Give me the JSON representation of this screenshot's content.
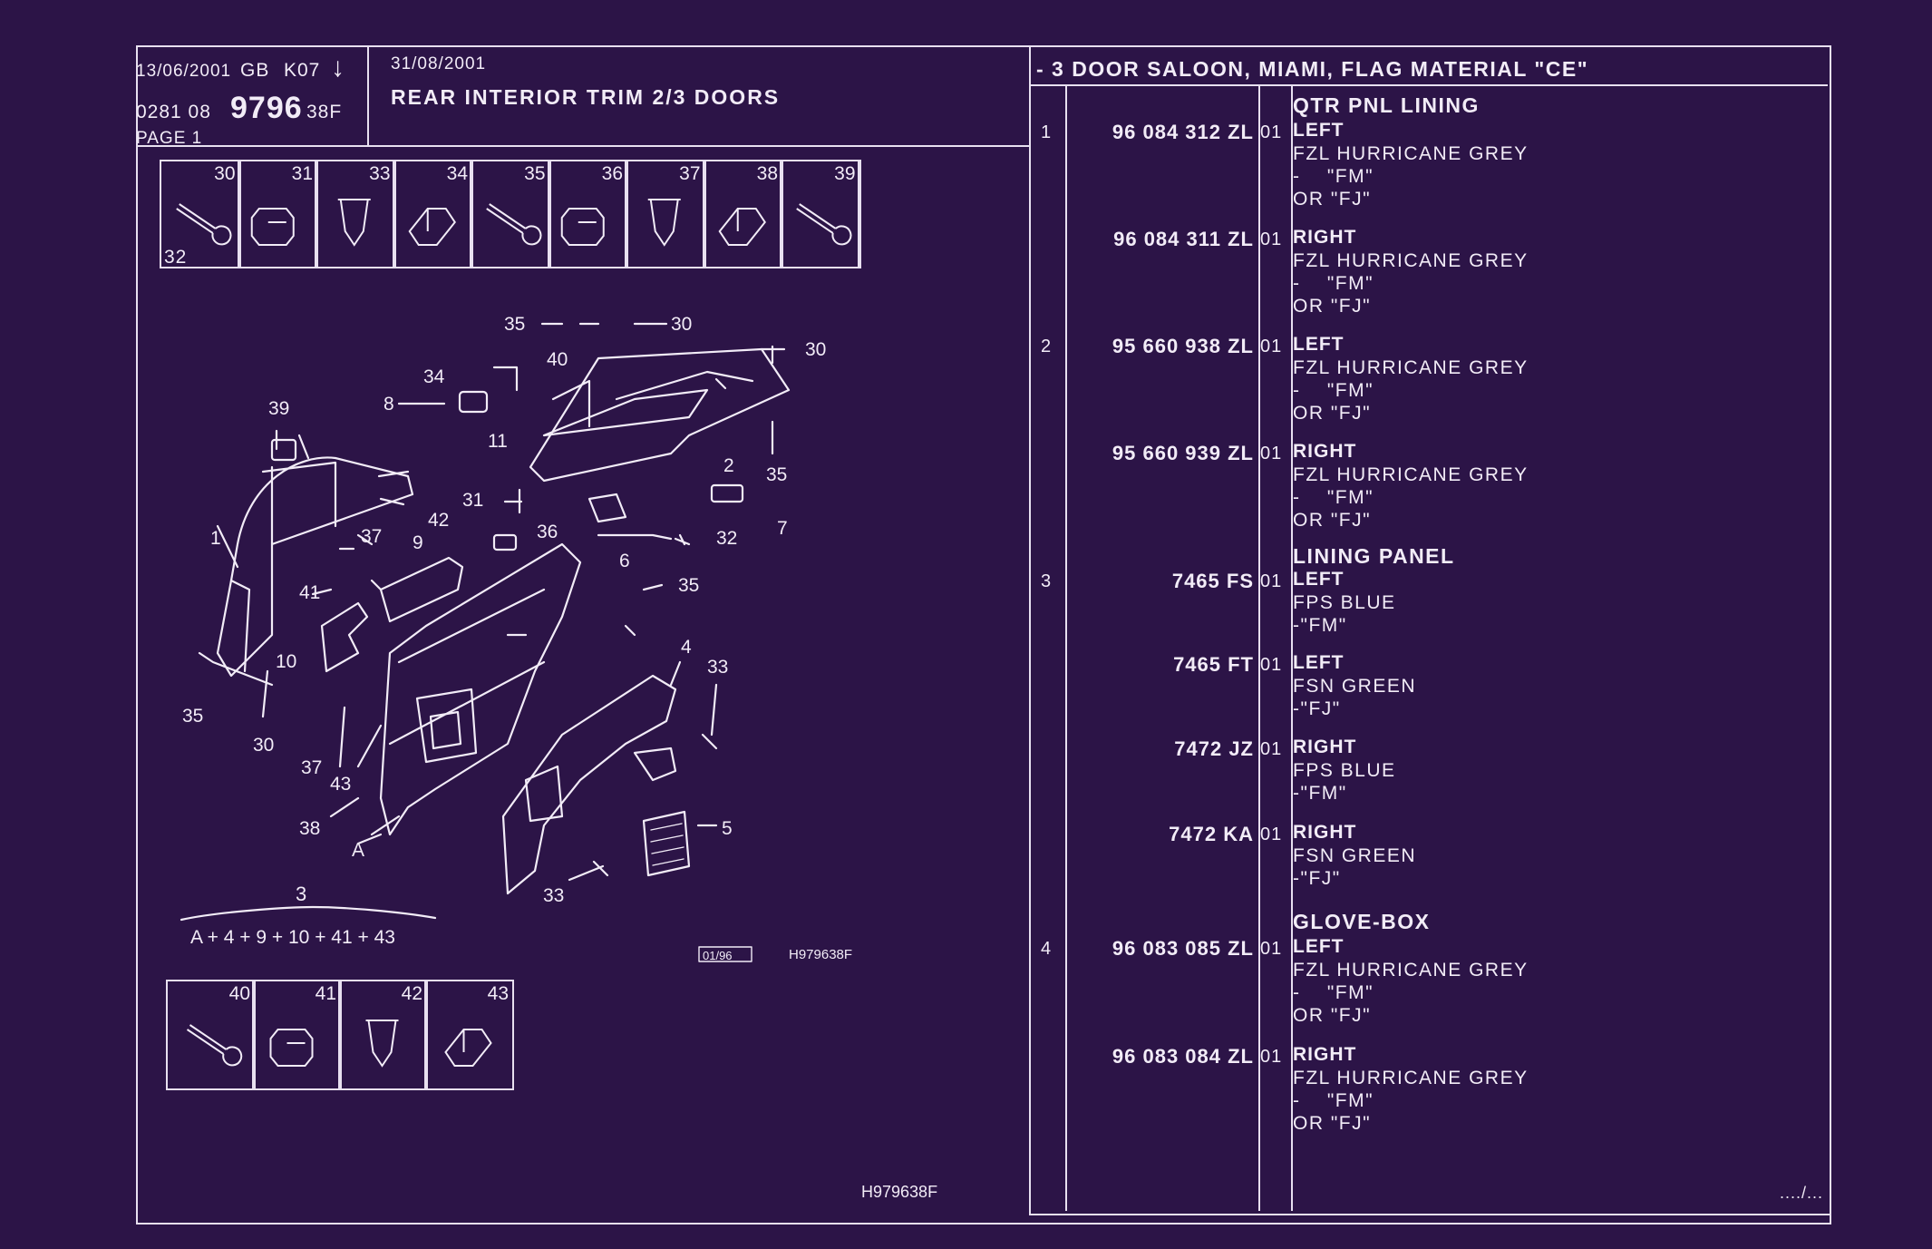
{
  "header": {
    "date1": "13/06/2001",
    "market": "GB",
    "code": "K07",
    "arrow": "↓",
    "date2": "31/08/2001",
    "ref_prefix": "0281 08",
    "ref_number": "9796",
    "ref_suffix": "38F",
    "page": "PAGE 1",
    "title": "REAR INTERIOR TRIM 2/3 DOORS",
    "spec": "- 3 DOOR SALOON, MIAMI, FLAG MATERIAL \"CE\""
  },
  "fasteners_top": [
    {
      "label": "30"
    },
    {
      "label": "31"
    },
    {
      "label": "33"
    },
    {
      "label": "34"
    },
    {
      "label": "35"
    },
    {
      "label": "36"
    },
    {
      "label": "37"
    },
    {
      "label": "38"
    },
    {
      "label": "39"
    }
  ],
  "fastener_extra_label": "32",
  "fasteners_bottom": [
    {
      "label": "40"
    },
    {
      "label": "41"
    },
    {
      "label": "42"
    },
    {
      "label": "43"
    }
  ],
  "diagram": {
    "callouts": [
      "35",
      "30",
      "30",
      "40",
      "34",
      "8",
      "39",
      "11",
      "2",
      "35",
      "31",
      "42",
      "36",
      "7",
      "1",
      "37",
      "9",
      "32",
      "6",
      "35",
      "41",
      "10",
      "4",
      "33",
      "35",
      "30",
      "37",
      "43",
      "38",
      "A",
      "5",
      "33",
      "3"
    ],
    "formula": "A + 4 + 9 + 10 + 41 + 43",
    "formula_num": "3",
    "revision": "01/96",
    "drawing_ref": "H979638F",
    "footer_ref": "H979638F"
  },
  "parts": [
    {
      "item": "1",
      "heading": "QTR PNL LINING",
      "part_no": "96 084 312 ZL",
      "qty": "01",
      "side": "LEFT",
      "lines": [
        "FZL HURRICANE GREY",
        "-    \"FM\"",
        "OR \"FJ\""
      ]
    },
    {
      "item": "",
      "heading": "",
      "part_no": "96 084 311 ZL",
      "qty": "01",
      "side": "RIGHT",
      "lines": [
        "FZL HURRICANE GREY",
        "-    \"FM\"",
        "OR \"FJ\""
      ]
    },
    {
      "item": "2",
      "heading": "",
      "part_no": "95 660 938 ZL",
      "qty": "01",
      "side": "LEFT",
      "lines": [
        "FZL HURRICANE GREY",
        "-    \"FM\"",
        "OR \"FJ\""
      ]
    },
    {
      "item": "",
      "heading": "",
      "part_no": "95 660 939 ZL",
      "qty": "01",
      "side": "RIGHT",
      "lines": [
        "FZL HURRICANE GREY",
        "-    \"FM\"",
        "OR \"FJ\""
      ]
    },
    {
      "item": "3",
      "heading": "LINING PANEL",
      "part_no": "7465 FS",
      "qty": "01",
      "side": "LEFT",
      "lines": [
        "FPS BLUE",
        "-\"FM\""
      ]
    },
    {
      "item": "",
      "heading": "",
      "part_no": "7465 FT",
      "qty": "01",
      "side": "LEFT",
      "lines": [
        "FSN GREEN",
        "-\"FJ\""
      ]
    },
    {
      "item": "",
      "heading": "",
      "part_no": "7472 JZ",
      "qty": "01",
      "side": "RIGHT",
      "lines": [
        "FPS BLUE",
        "-\"FM\""
      ]
    },
    {
      "item": "",
      "heading": "",
      "part_no": "7472 KA",
      "qty": "01",
      "side": "RIGHT",
      "lines": [
        "FSN GREEN",
        "-\"FJ\""
      ]
    },
    {
      "item": "4",
      "heading": "GLOVE-BOX",
      "part_no": "96 083 085 ZL",
      "qty": "01",
      "side": "LEFT",
      "lines": [
        "FZL HURRICANE GREY",
        "-    \"FM\"",
        "OR \"FJ\""
      ]
    },
    {
      "item": "",
      "heading": "",
      "part_no": "96 083 084 ZL",
      "qty": "01",
      "side": "RIGHT",
      "lines": [
        "FZL HURRICANE GREY",
        "-    \"FM\"",
        "OR \"FJ\""
      ]
    }
  ],
  "continuation": "..../...",
  "colors": {
    "background": "#2c1447",
    "ink": "#f2ecf7"
  }
}
